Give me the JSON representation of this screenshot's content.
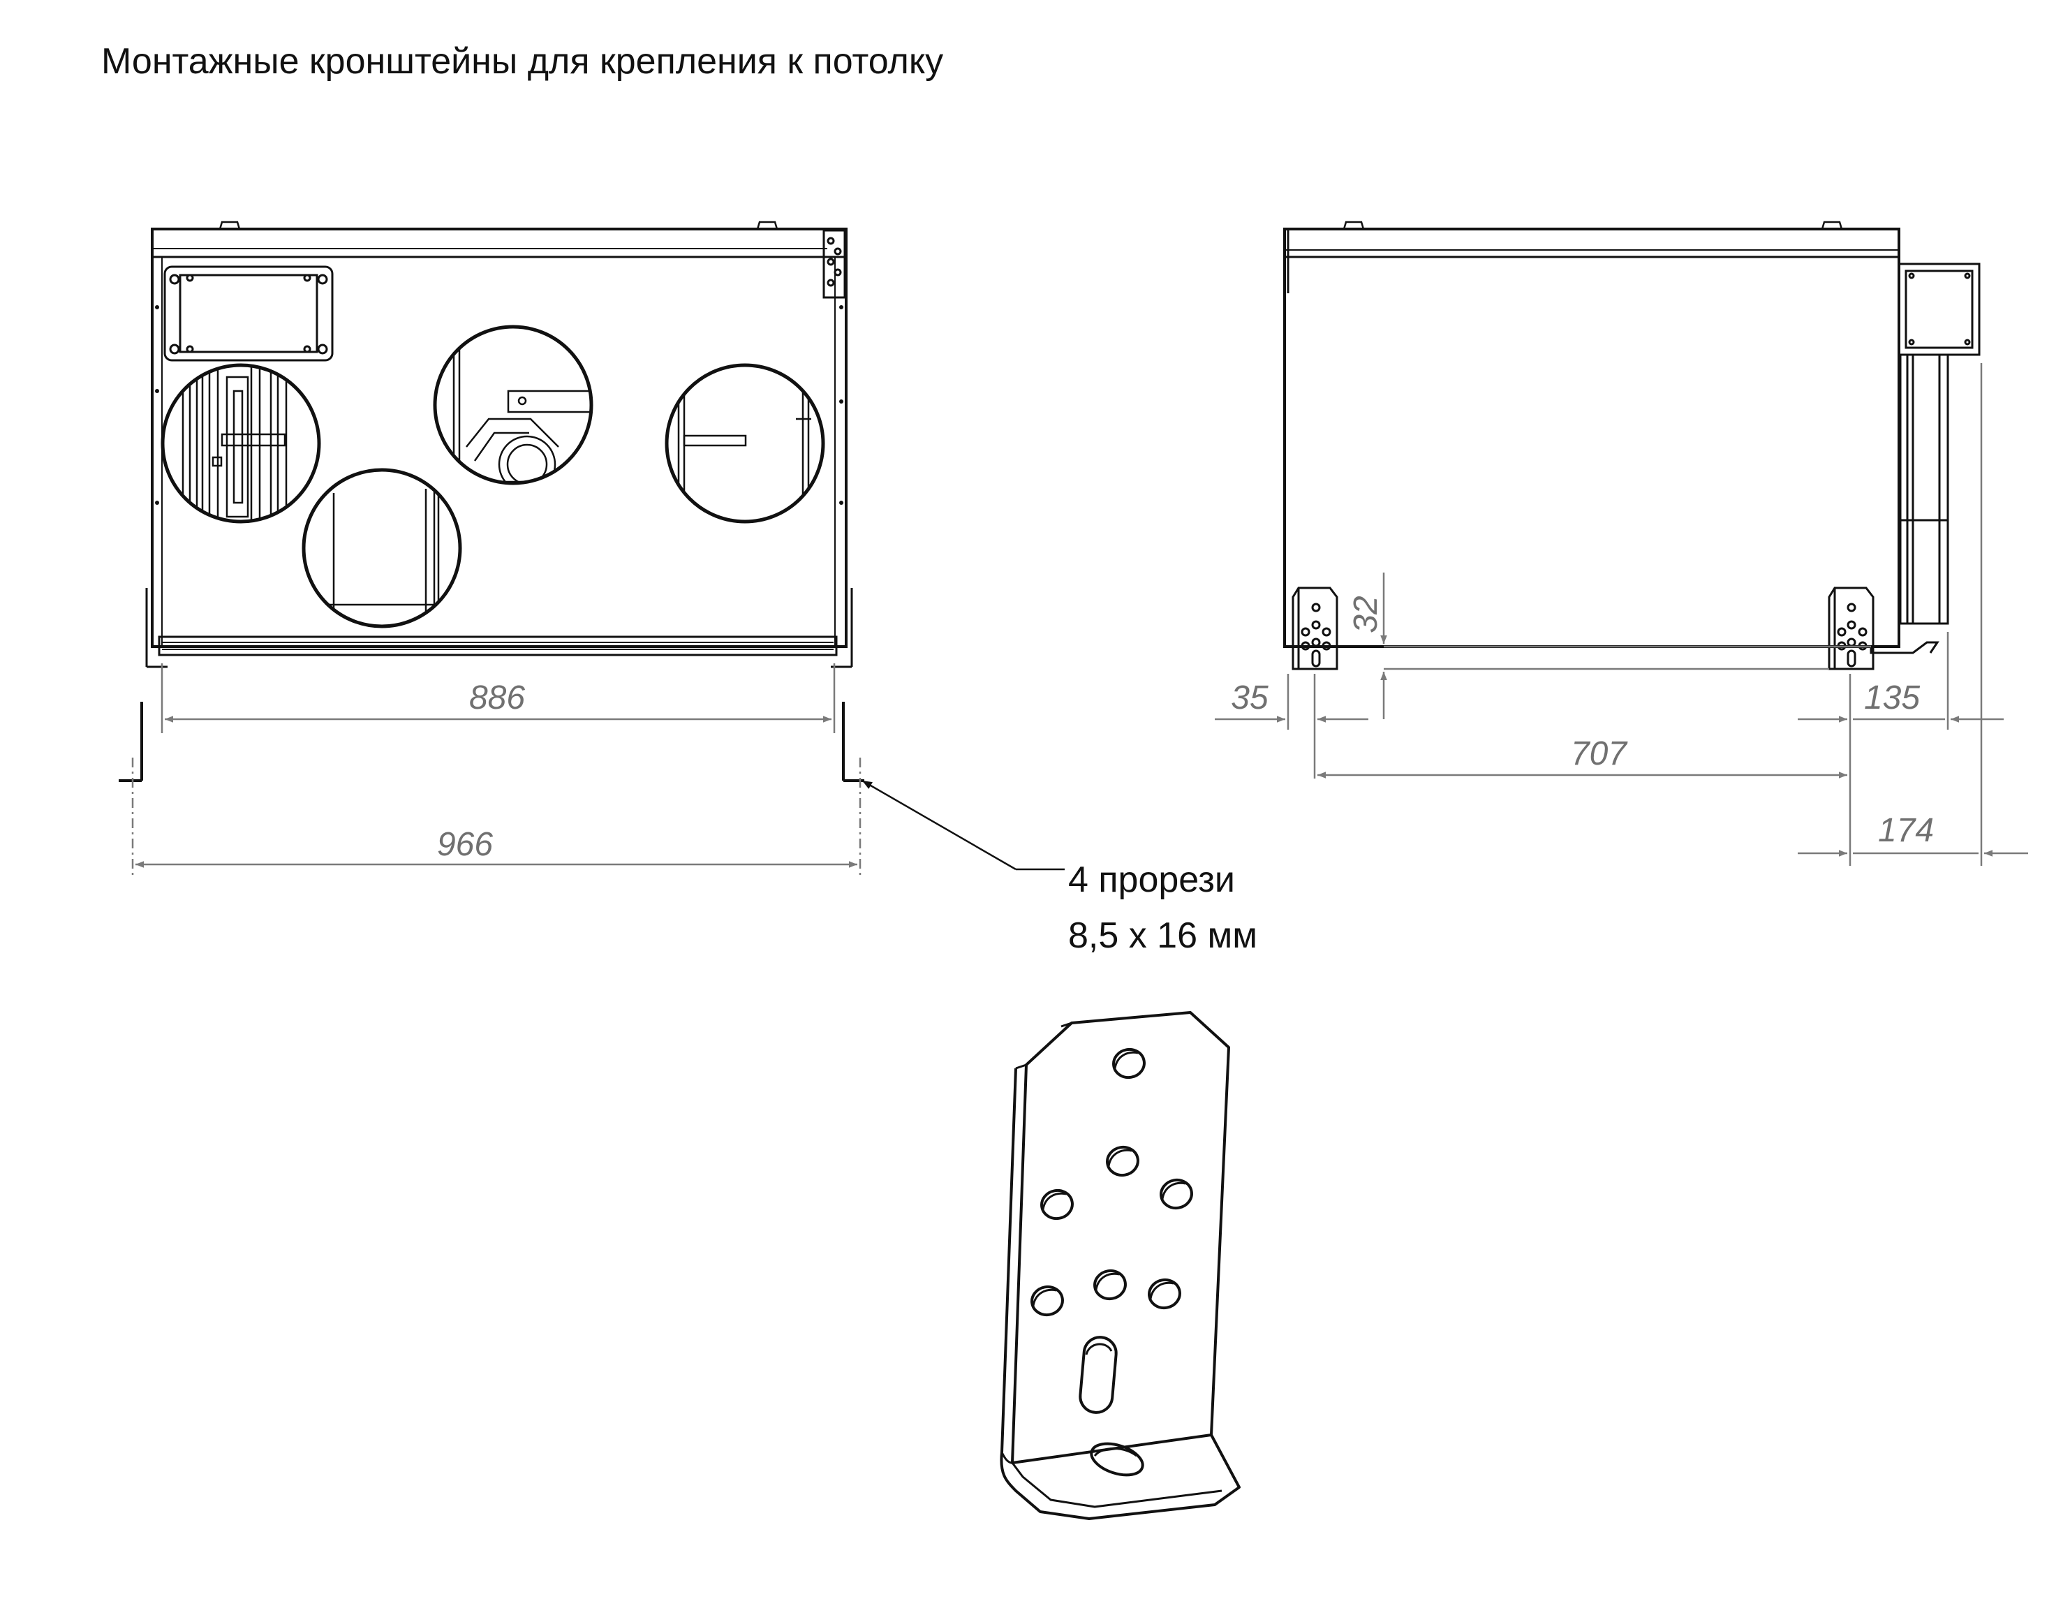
{
  "title": "Монтажные кронштейны для крепления к потолку",
  "callout": {
    "line1": "4 прорези",
    "line2": "8,5 x 16 мм"
  },
  "dimensions": {
    "front_inner_width": "886",
    "front_outer_width": "966",
    "side_height": "32",
    "side_left_offset": "35",
    "side_length": "707",
    "side_right_offset": "135",
    "side_right_total": "174"
  },
  "colors": {
    "line": "#111111",
    "dimension": "#7a7a7a"
  }
}
